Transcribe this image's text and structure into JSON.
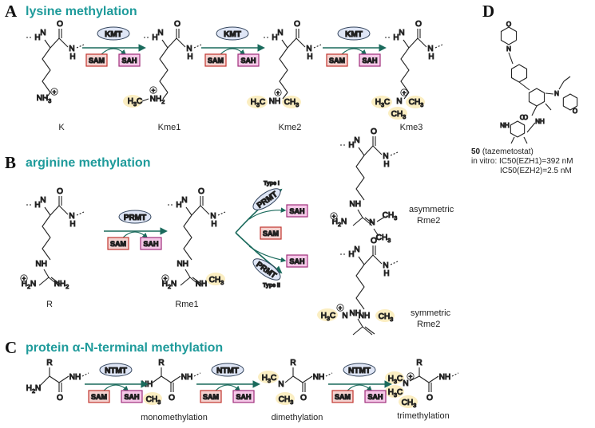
{
  "panels": {
    "A": {
      "letter": "A",
      "title": "lysine methylation"
    },
    "B": {
      "letter": "B",
      "title": "arginine methylation"
    },
    "C": {
      "letter": "C",
      "title": "protein α-N-terminal methylation"
    },
    "D": {
      "letter": "D"
    }
  },
  "enzymes": {
    "kmt": "KMT",
    "prmt": "PRMT",
    "ntmt": "NTMT",
    "type1": "Type I",
    "type2": "Type II"
  },
  "cofactors": {
    "sam": "SAM",
    "sah": "SAH"
  },
  "lysine_labels": [
    "K",
    "Kme1",
    "Kme2",
    "Kme3"
  ],
  "arginine_labels": {
    "r": "R",
    "rme1": "Rme1",
    "asym1": "asymmetric",
    "asym2": "Rme2",
    "sym1": "symmetric",
    "sym2": "Rme2"
  },
  "nterm_labels": {
    "mono": "monomethylation",
    "di": "dimethylation",
    "tri": "trimethylation"
  },
  "chem": {
    "N": "N",
    "H": "H",
    "O": "O",
    "R": "R",
    "plus": "+",
    "NH": "NH",
    "NH2": "NH2",
    "NH3": "NH3",
    "H2N": "H2N",
    "CH3": "CH3",
    "H3C": "H3C"
  },
  "compound": {
    "number": "50",
    "name": "(tazemetostat)",
    "invitro": "in vitro:",
    "ic1": "IC50(EZH1)=392 nM",
    "ic2": "IC50(EZH2)=2.5 nM"
  },
  "colors": {
    "teal": "#1f9b9b",
    "enzyme_fill": "#dfe6f6",
    "enzyme_stroke": "#33445c",
    "sam_fill": "#f4d3d0",
    "sam_stroke": "#c2362f",
    "sah_fill": "#f5c8e8",
    "sah_stroke": "#a1307c",
    "methyl_hl": "#fbeec2",
    "arrow": "#1a6a5c"
  }
}
